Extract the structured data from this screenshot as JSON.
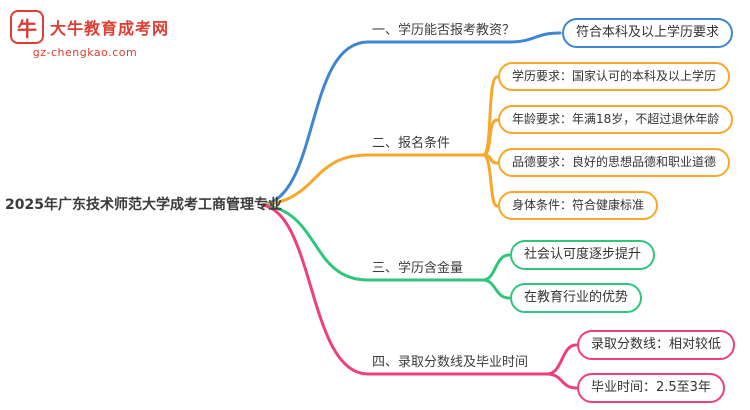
{
  "logo": {
    "brand": "大牛教育成考网",
    "domain": "gz-chengkao.com",
    "icon_char": "牛",
    "color": "#e03c31"
  },
  "root": {
    "label": "2025年广东技术师范大学成考工商管理专业"
  },
  "branches": [
    {
      "label": "一、学历能否报考教资？",
      "color": "#3e86d1",
      "children": [
        {
          "label": "符合本科及以上学历要求"
        }
      ]
    },
    {
      "label": "二、报名条件",
      "color": "#f7a82b",
      "children": [
        {
          "label": "学历要求：国家认可的本科及以上学历"
        },
        {
          "label": "年龄要求：年满18岁，不超过退休年龄"
        },
        {
          "label": "品德要求：良好的思想品德和职业道德"
        },
        {
          "label": "身体条件：符合健康标准"
        }
      ]
    },
    {
      "label": "三、学历含金量",
      "color": "#2fc57d",
      "children": [
        {
          "label": "社会认可度逐步提升"
        },
        {
          "label": "在教育行业的优势"
        }
      ]
    },
    {
      "label": "四、录取分数线及毕业时间",
      "color": "#ee3f7d",
      "children": [
        {
          "label": "录取分数线：相对较低"
        },
        {
          "label": "毕业时间：2.5至3年"
        }
      ]
    }
  ]
}
